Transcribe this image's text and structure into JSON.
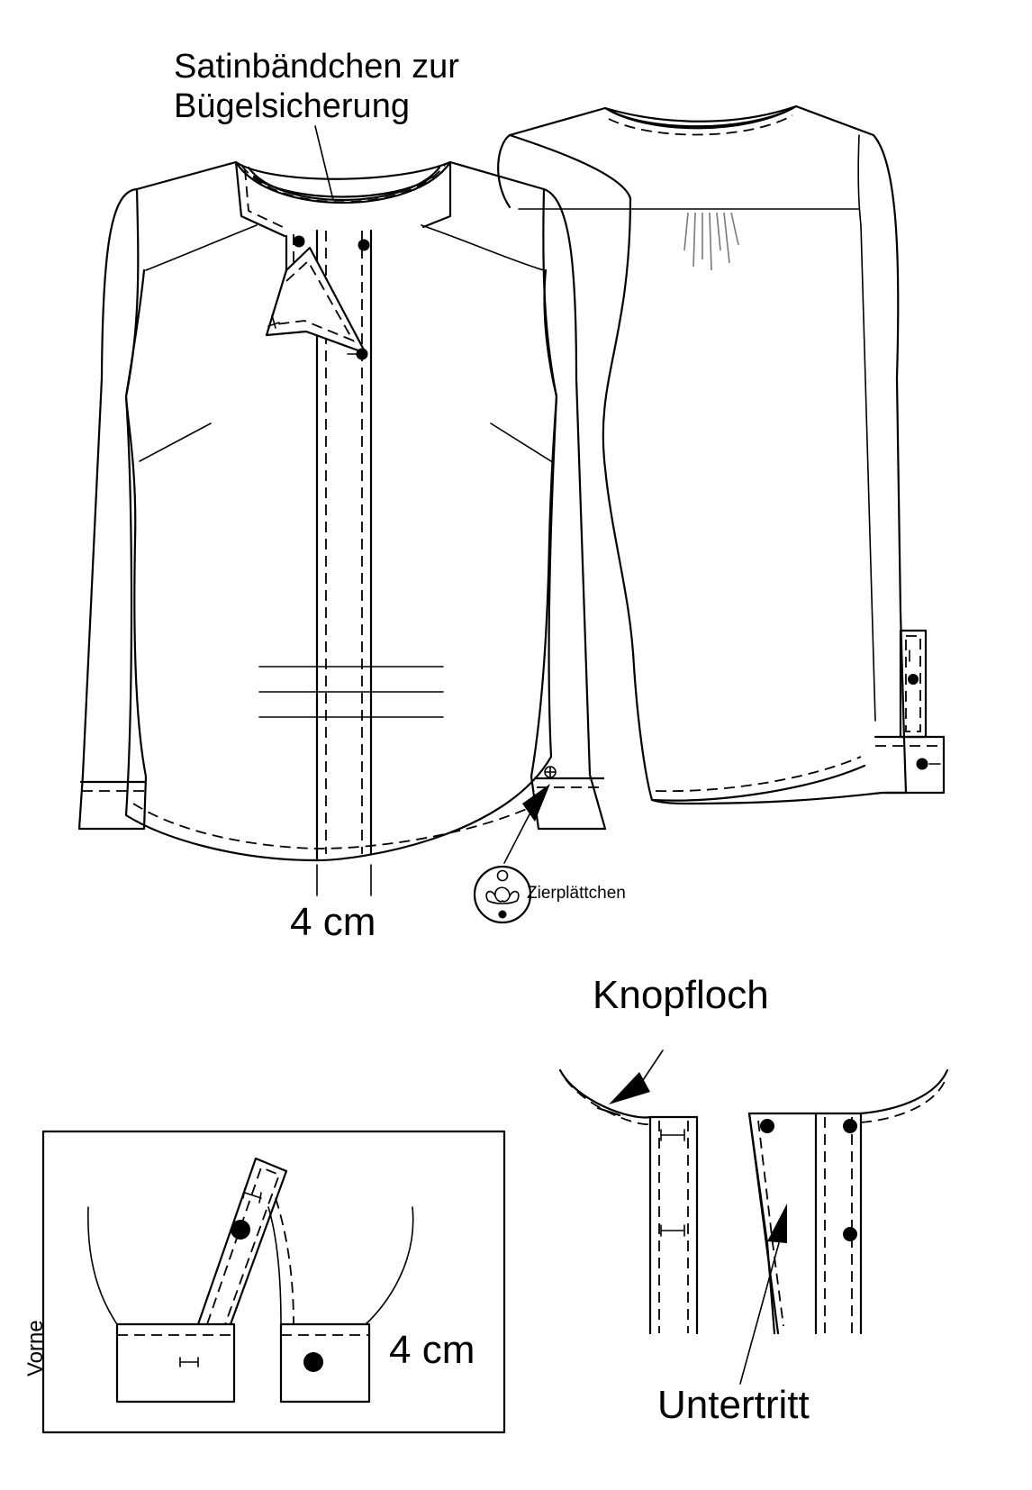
{
  "labels": {
    "satin_line1": "Satinbändchen zur",
    "satin_line2": "Bügelsicherung",
    "front_placket_width": "4 cm",
    "ornament": "Zierplättchen",
    "buttonhole": "Knopfloch",
    "underlap": "Untertritt",
    "cuff_width": "4 cm",
    "front_side": "Vorne"
  },
  "colors": {
    "line": "#000000",
    "gather_lines": "#7a7a7a",
    "background": "#ffffff"
  }
}
